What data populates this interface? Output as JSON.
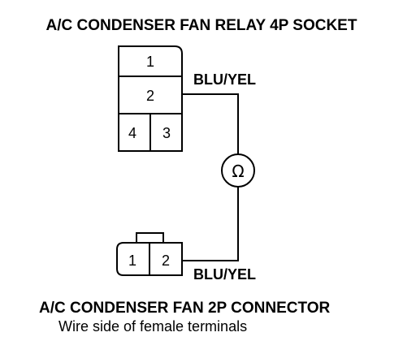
{
  "relay_socket": {
    "title": "A/C CONDENSER FAN RELAY 4P SOCKET",
    "pins": [
      "1",
      "2",
      "4",
      "3"
    ]
  },
  "wires": {
    "top_label": "BLU/YEL",
    "bottom_label": "BLU/YEL"
  },
  "meter": {
    "symbol": "Ω"
  },
  "fan_connector": {
    "title": "A/C CONDENSER FAN 2P CONNECTOR",
    "subtitle": "Wire side of female terminals",
    "pins": [
      "1",
      "2"
    ]
  }
}
